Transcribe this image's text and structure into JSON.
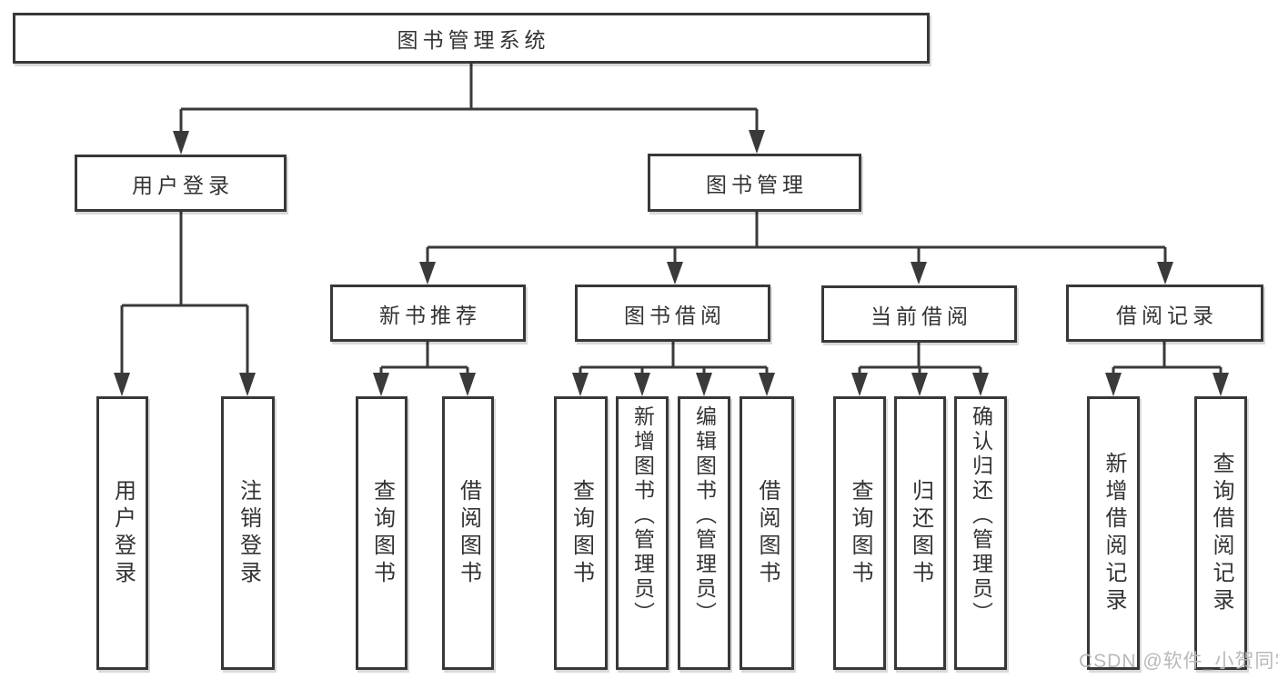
{
  "diagram": {
    "root": "图书管理系统",
    "user_login": {
      "label": "用户登录",
      "children": [
        {
          "label": "用户登录"
        },
        {
          "label": "注销登录"
        }
      ]
    },
    "book_mgmt": {
      "label": "图书管理",
      "sections": [
        {
          "label": "新书推荐",
          "children": [
            {
              "label": "查询图书"
            },
            {
              "label": "借阅图书"
            }
          ]
        },
        {
          "label": "图书借阅",
          "children": [
            {
              "label": "查询图书"
            },
            {
              "label": "新增图书（管理员）"
            },
            {
              "label": "编辑图书（管理员）"
            },
            {
              "label": "借阅图书"
            }
          ]
        },
        {
          "label": "当前借阅",
          "children": [
            {
              "label": "查询图书"
            },
            {
              "label": "归还图书"
            },
            {
              "label": "确认归还（管理员）"
            }
          ]
        },
        {
          "label": "借阅记录",
          "children": [
            {
              "label": "新增借阅记录"
            },
            {
              "label": "查询借阅记录"
            }
          ]
        }
      ]
    },
    "watermark": "CSDN @软件_小贺同学"
  },
  "colors": {
    "line": "#3a3a3a",
    "box_border": "#383838",
    "box_bg": "#ffffff",
    "text": "#333333",
    "watermark": "#b9b9b9"
  }
}
